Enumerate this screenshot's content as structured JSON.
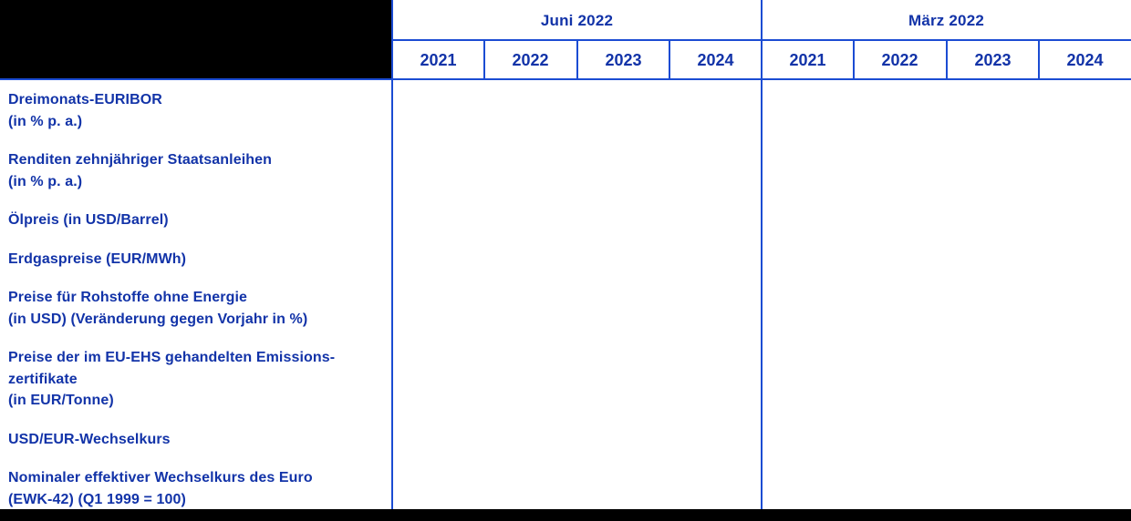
{
  "colors": {
    "text_blue": "#1233A8",
    "line_blue": "#1B4CD3",
    "block_black": "#000000",
    "background": "#FFFFFF"
  },
  "table": {
    "column_groups": [
      {
        "label": "Juni 2022",
        "years": [
          "2021",
          "2022",
          "2023",
          "2024"
        ]
      },
      {
        "label": "März 2022",
        "years": [
          "2021",
          "2022",
          "2023",
          "2024"
        ]
      }
    ],
    "row_labels": [
      {
        "lines": [
          "Dreimonats-EURIBOR",
          "(in % p. a.)"
        ]
      },
      {
        "lines": [
          "Renditen zehnjähriger Staatsanleihen",
          "(in % p. a.)"
        ]
      },
      {
        "lines": [
          "Ölpreis (in USD/Barrel)"
        ]
      },
      {
        "lines": [
          "Erdgaspreise (EUR/MWh)"
        ]
      },
      {
        "lines": [
          "Preise für Rohstoffe ohne Energie",
          "(in USD) (Veränderung gegen Vorjahr in %)"
        ]
      },
      {
        "lines": [
          "Preise der im EU-EHS gehandelten Emissions-",
          "zertifikate",
          "(in EUR/Tonne)"
        ]
      },
      {
        "lines": [
          "USD/EUR-Wechselkurs"
        ]
      },
      {
        "lines": [
          "Nominaler effektiver Wechselkurs des Euro",
          "(EWK-42) (Q1 1999 = 100)"
        ]
      }
    ]
  }
}
